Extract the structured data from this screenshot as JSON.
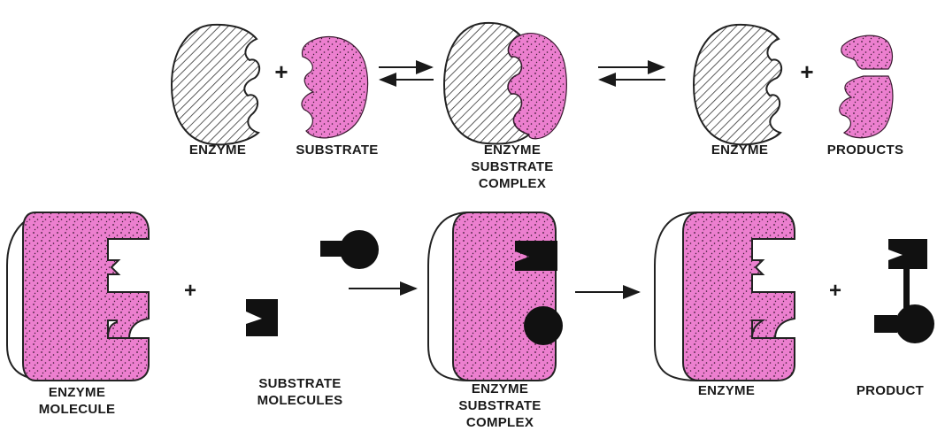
{
  "top_row": {
    "enzyme_label": "ENZYME",
    "substrate_label": "SUBSTRATE",
    "complex_label": [
      "ENZYME",
      "SUBSTRATE",
      "COMPLEX"
    ],
    "enzyme_label_2": "ENZYME",
    "products_label": "PRODUCTS",
    "plus_1": "+",
    "plus_2": "+"
  },
  "bottom_row": {
    "enzyme_molecule_label": [
      "ENZYME",
      "MOLECULE"
    ],
    "substrate_molecules_label": [
      "SUBSTRATE",
      "MOLECULES"
    ],
    "complex_label": [
      "ENZYME",
      "SUBSTRATE",
      "COMPLEX"
    ],
    "enzyme_label": "ENZYME",
    "product_label": "PRODUCT",
    "plus_1": "+",
    "plus_2": "+"
  },
  "colors": {
    "substrate_fill": "#ec7fcf",
    "enzyme_hatch": "#333333",
    "dark_molecule": "#111111",
    "ink": "#1a1a1a"
  }
}
